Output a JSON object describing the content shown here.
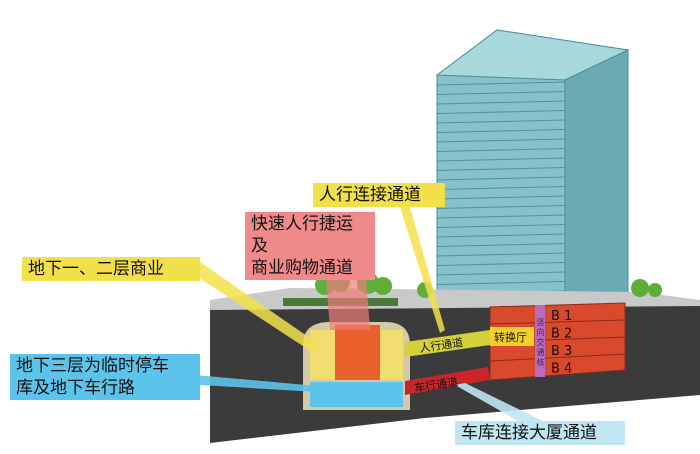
{
  "labels": {
    "pedestrian_link": "人行连接通道",
    "rapid_transit": [
      "快速人行捷运及",
      "商业购物通道"
    ],
    "commercial": "地下一、二层商业",
    "parking": [
      "地下三层为临时停车",
      "库及地下车行路"
    ],
    "garage_link": "车库连接大厦通道"
  },
  "inline": {
    "pedestrian_passage": "人行通道",
    "vehicle_passage": "车行通道",
    "transfer_hall": "转换厅",
    "core": "竖向交通核",
    "floors": [
      "B 1",
      "B 2",
      "B 3",
      "B 4"
    ]
  },
  "colors": {
    "yellow": "#f2e04a",
    "pink": "#f08a8a",
    "cyan": "#5ccbea",
    "lightblue": "#bfe6f2",
    "red": "#d9412a",
    "ground": "#3a3a3a",
    "glass": "#7fbcc4"
  }
}
